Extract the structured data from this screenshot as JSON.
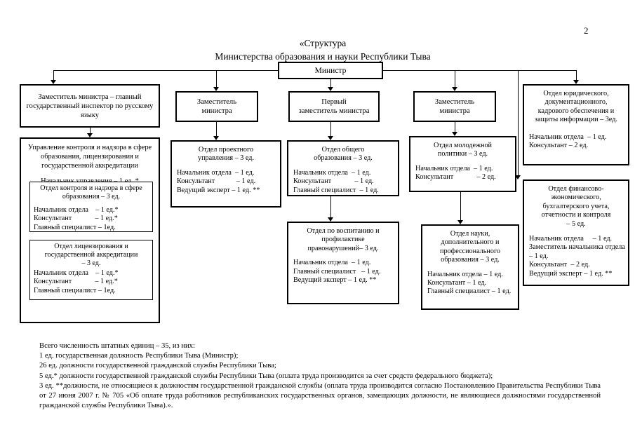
{
  "page": {
    "number": "2",
    "title_line1": "«Структура",
    "title_line2": "Министерства образования и науки Республики Тыва"
  },
  "chart": {
    "root": {
      "label": "Министр"
    },
    "col1": {
      "deputy": "Заместитель министра – главный государственный инспектор по русскому языку",
      "dept_head": "Управление контроля и надзора в сфере образования, лицензирования и государственной аккредитации",
      "dept_chief": "Начальник управления – 1 ед. *",
      "sub1": {
        "head": "Отдел контроля и надзора в сфере образования – 3 ед.",
        "rows": [
          "Начальник отдела    – 1 ед.*",
          "Консультант             – 1 ед.*",
          "Главный специалист – 1ед."
        ]
      },
      "sub2": {
        "head_line1": "Отдел лицензирования и",
        "head_line2": "государственной аккредитации",
        "head_line3": "– 3 ед.",
        "rows": [
          "Начальник отдела    – 1 ед.*",
          "Консультант             – 1 ед.*",
          "Главный специалист – 1ед."
        ]
      }
    },
    "col2": {
      "deputy_line1": "Заместитель",
      "deputy_line2": "министра",
      "dept": {
        "head_line1": "Отдел проектного",
        "head_line2": "управления – 3 ед.",
        "rows": [
          "Начальник отдела  – 1 ед.",
          "Консультант            – 1 ед.",
          "Ведущий эксперт – 1 ед. **"
        ]
      }
    },
    "col3": {
      "deputy_line1": "Первый",
      "deputy_line2": "заместитель министра",
      "dept1": {
        "head_line1": "Отдел общего",
        "head_line2": "образования – 3 ед.",
        "rows": [
          "Начальник отдела  – 1 ед.",
          "Консультант             – 1 ед.",
          "Главный специалист  – 1 ед."
        ]
      },
      "dept2": {
        "head_line1": "Отдел по воспитанию и",
        "head_line2": "профилактике",
        "head_line3": "правонарушений– 3 ед.",
        "rows": [
          "Начальник отдела  – 1 ед.",
          "Главный специалист   – 1 ед.",
          "Ведущий эксперт – 1 ед. **"
        ]
      }
    },
    "col4": {
      "deputy_line1": "Заместитель",
      "deputy_line2": "министра",
      "dept1": {
        "head_line1": "Отдел молодежной",
        "head_line2": "политики – 3 ед.",
        "rows": [
          "Начальник отдела  – 1 ед.",
          "Консультант             – 2 ед."
        ]
      },
      "dept2": {
        "head_line1": "Отдел науки,",
        "head_line2": "дополнительного и",
        "head_line3": "профессионального",
        "head_line4": "образования – 3 ед.",
        "rows": [
          "Начальник отдела – 1 ед.",
          "Консультант – 1 ед.",
          "Главный  специалист  –  1 ед."
        ]
      }
    },
    "col5": {
      "dept1": {
        "head_line1": "Отдел юридического,",
        "head_line2": "документационного,",
        "head_line3": "кадрового обеспечения и",
        "head_line4": "защиты информации – 3ед.",
        "rows": [
          "Начальник отдела  – 1 ед.",
          "Консультант – 2 ед."
        ]
      },
      "dept2": {
        "head_line1": "Отдел финансово-",
        "head_line2": "экономического,",
        "head_line3": "бухгалтерского учета,",
        "head_line4": "отчетности и контроля",
        "head_line5": "– 5 ед.",
        "rows": [
          "Начальник отдела     – 1 ед.",
          "Заместитель начальника отдела",
          "– 1 ед.",
          "Консультант  – 2 ед.",
          "Ведущий эксперт – 1 ед. **"
        ]
      }
    }
  },
  "footnotes": {
    "line1": "Всего численность штатных единиц – 35, из них:",
    "line2": "1 ед. государственная должность Республики Тыва (Министр);",
    "line3": "26 ед.  должности государственной гражданской службы Республики Тыва;",
    "line4": "5 ед.* должности государственной гражданской службы Республики Тыва (оплата труда производится за счет средств федерального бюджета);",
    "line5": "3 ед. **должности, не относящиеся к должностям государственной гражданской службы (оплата труда производится согласно Постановлению Правительства Республики Тыва от 27 июня 2007 г. № 705 «Об оплате труда работников республиканских государственных органов, замещающих должности, не являющиеся должностями государственной гражданской службы Республики Тыва).»."
  }
}
